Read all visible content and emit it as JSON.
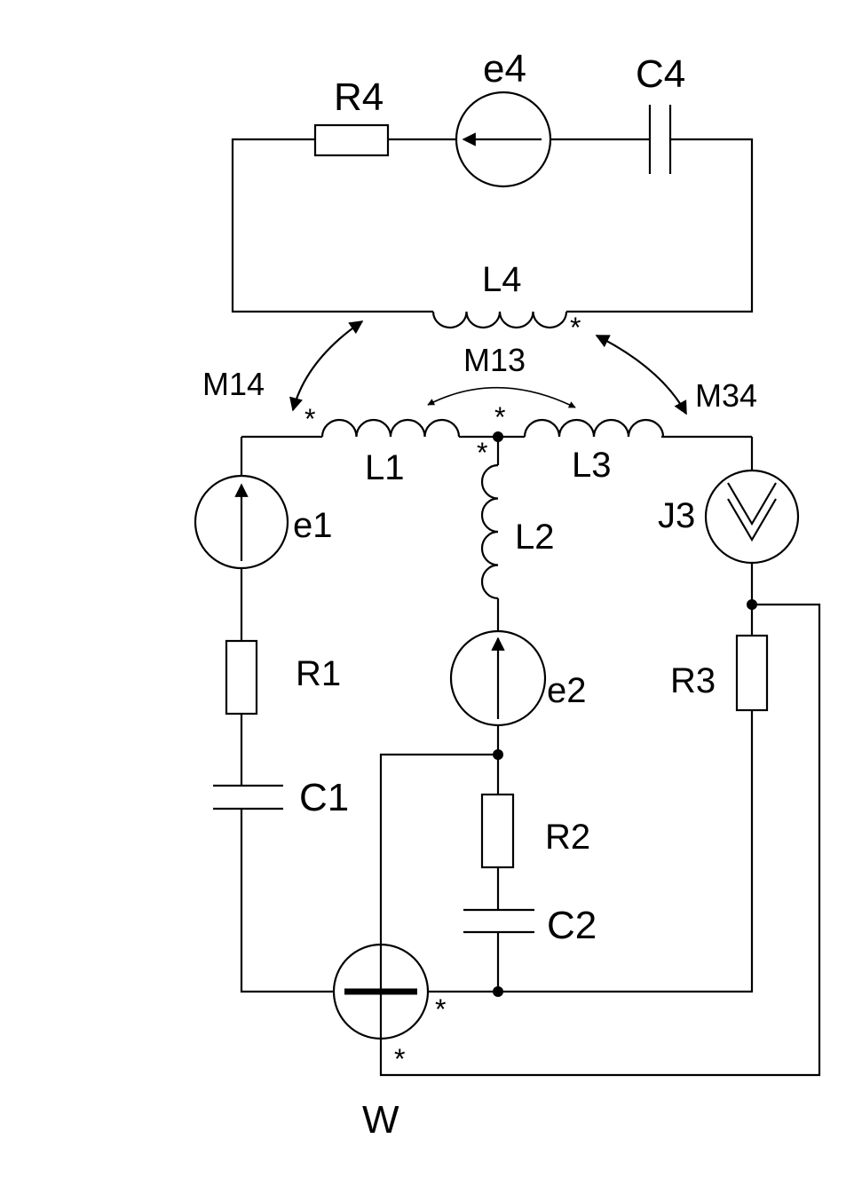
{
  "diagram": {
    "components": {
      "R4": "R4",
      "e4": "e4",
      "C4": "C4",
      "L4": "L4",
      "M14": "M14",
      "M13": "M13",
      "M34": "M34",
      "L1": "L1",
      "L2": "L2",
      "L3": "L3",
      "e1": "e1",
      "e2": "e2",
      "J3": "J3",
      "R1": "R1",
      "R2": "R2",
      "R3": "R3",
      "C1": "C1",
      "C2": "C2",
      "W": "W"
    },
    "marker": "*"
  },
  "colors": {
    "line": "#000000",
    "background": "#ffffff"
  }
}
